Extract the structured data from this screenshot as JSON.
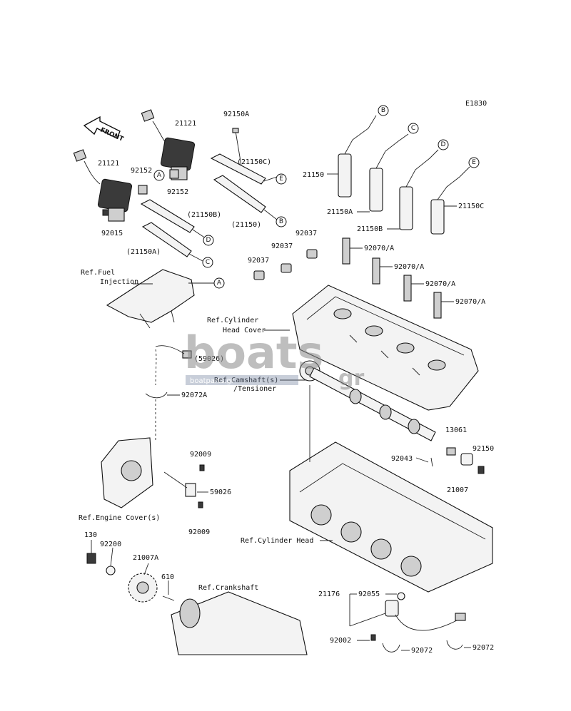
{
  "diagram_code": "E1830",
  "front_label": "FRONT",
  "watermark": {
    "main": "boats",
    "suffix": "gr",
    "subtext": "boatparts.gr"
  },
  "callouts": {
    "A": "A",
    "B": "B",
    "C": "C",
    "D": "D",
    "E": "E"
  },
  "labels": {
    "p21121_left": "21121",
    "p21121_right": "21121",
    "p92150A": "92150A",
    "p92152_a": "92152",
    "p92152_b": "92152",
    "p21150C_paren": "(21150C)",
    "p21150B_paren": "(21150B)",
    "p21150_paren": "(21150)",
    "p21150A_paren": "(21150A)",
    "p92015": "92015",
    "p21150": "21150",
    "p21150A": "21150A",
    "p21150B": "21150B",
    "p21150C": "21150C",
    "p92037_a": "92037",
    "p92037_b": "92037",
    "p92037_c": "92037",
    "p92070A_1": "92070/A",
    "p92070A_2": "92070/A",
    "p92070A_3": "92070/A",
    "p92070A_4": "92070/A",
    "ref_fuel_1": "Ref.Fuel",
    "ref_fuel_2": "Injection",
    "ref_head_cover_1": "Ref.Cylinder",
    "ref_head_cover_2": "Head Cover",
    "p59026_paren": "(59026)",
    "ref_camshaft_1": "Ref.Camshaft(s)",
    "ref_camshaft_2": "/Tensioner",
    "p92072A": "92072A",
    "p13061": "13061",
    "p92150": "92150",
    "p92043": "92043",
    "p21007": "21007",
    "p92009_a": "92009",
    "p92009_b": "92009",
    "p59026": "59026",
    "ref_engine_cover": "Ref.Engine Cover(s)",
    "ref_cylinder_head": "Ref.Cylinder Head",
    "p130": "130",
    "p92200": "92200",
    "p21007A": "21007A",
    "p610": "610",
    "ref_crankshaft": "Ref.Crankshaft",
    "p21176": "21176",
    "p92055": "92055",
    "p92002": "92002",
    "p92072_a": "92072",
    "p92072_b": "92072"
  }
}
